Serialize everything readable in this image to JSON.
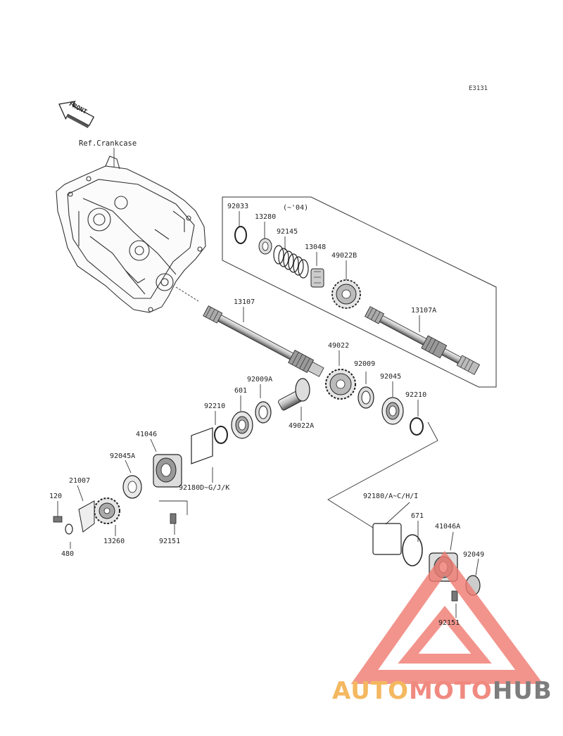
{
  "figure_code": "E3131",
  "front_label": "FRONT",
  "ref_label": "Ref.Crankcase",
  "era_note": "(~'04)",
  "parts": [
    "92033",
    "13280",
    "92145",
    "13048",
    "49022B",
    "13107",
    "13107A",
    "49022",
    "92009",
    "92045",
    "92210",
    "92009A",
    "601",
    "92210",
    "49022A",
    "41046",
    "92045A",
    "92180D~G/J/K",
    "21007",
    "120",
    "13260",
    "92151",
    "480",
    "92180/A~C/H/I",
    "671",
    "41046A",
    "92049",
    "92151"
  ],
  "watermark": {
    "part1": "AUTO",
    "part2": "MOTO",
    "part3": "HUB",
    "colors": {
      "auto": "#f4b860",
      "moto": "#f08a80",
      "hub": "#7d7d7d",
      "triangle": "#f07a70"
    }
  }
}
